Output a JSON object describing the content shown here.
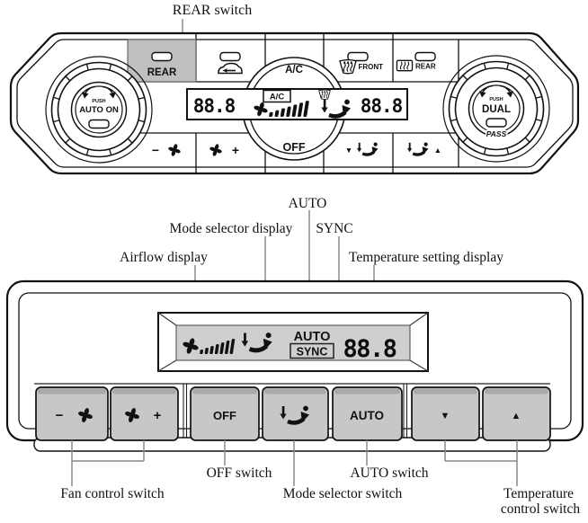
{
  "annotations": {
    "rear_switch": "REAR switch",
    "airflow_display": "Airflow display",
    "mode_selector_display": "Mode selector display",
    "auto": "AUTO",
    "sync": "SYNC",
    "temperature_setting_display": "Temperature setting display",
    "off_switch": "OFF switch",
    "auto_switch": "AUTO switch",
    "fan_control_switch": "Fan control switch",
    "mode_selector_switch": "Mode selector switch",
    "temperature_control_line1": "Temperature",
    "temperature_control_line2": "control switch"
  },
  "top_panel": {
    "left_knob": {
      "push": "PUSH",
      "label": "AUTO ON"
    },
    "right_knob": {
      "push": "PUSH",
      "label": "DUAL",
      "pass": "PASS"
    },
    "rear_button_label": "REAR",
    "ac_label": "A/C",
    "front_label": "FRONT",
    "rear_defrost_label": "REAR",
    "off_label": "OFF",
    "fan_minus": "−",
    "fan_plus": "+",
    "mode_down_arrow": "▼",
    "mode_up_arrow": "▲",
    "display": {
      "left_temp": "88.8",
      "ac_badge": "A/C",
      "right_temp": "88.8"
    }
  },
  "bottom_panel": {
    "display": {
      "auto": "AUTO",
      "sync": "SYNC",
      "temp": "88.8"
    },
    "buttons": {
      "fan_minus": "−",
      "fan_plus": "+",
      "off": "OFF",
      "auto": "AUTO",
      "temp_down": "▼",
      "temp_up": "▲"
    }
  },
  "icons": {
    "fan": "pinwheel-fan",
    "airflow": "airflow-ramp",
    "mode": "mode-airflow-arrow",
    "recirculation": "car-recirculate",
    "front_defroster": "windshield-defrost",
    "rear_defroster": "rear-window-defrost",
    "rotate": "rotate-knob-arrows",
    "indicator": "indicator-lamp"
  },
  "colors": {
    "button_gray": "#c7c7c7",
    "button_shade": "#a9a9a9",
    "display_gray": "#cfcfcf",
    "rear_button_gray": "#bfbfbf",
    "leader": "#8a8a8a"
  }
}
